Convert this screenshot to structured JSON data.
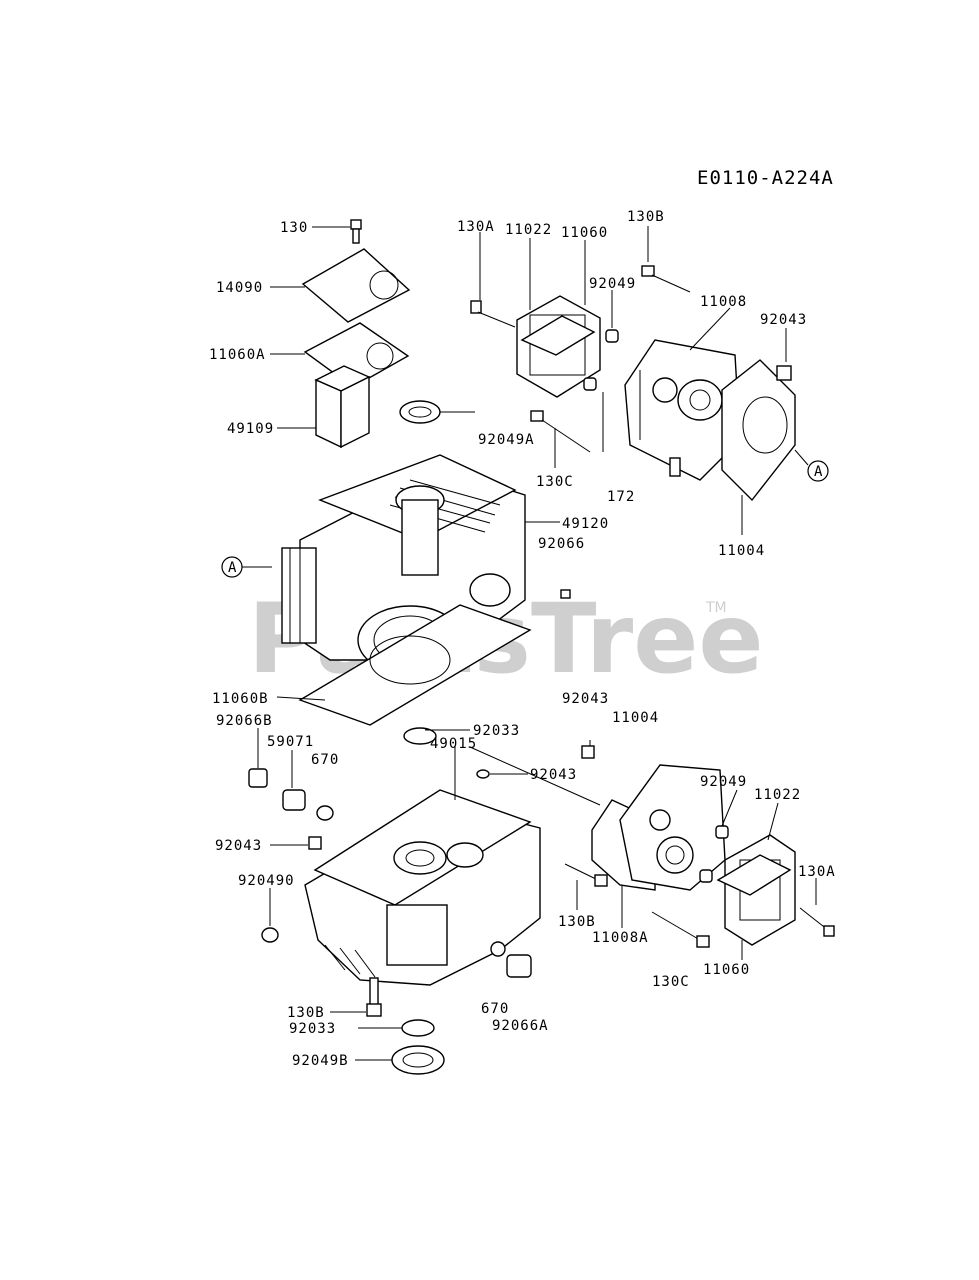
{
  "diagram_code": "E0110-A224A",
  "watermark": {
    "text": "PartsTree",
    "tm": "TM"
  },
  "ref_marker": "A",
  "labels": {
    "l130": "130",
    "l14090": "14090",
    "l11060a": "11060A",
    "l49109": "49109",
    "l130a_top": "130A",
    "l11022_top": "11022",
    "l11060_top": "11060",
    "l130b_top": "130B",
    "l92049_top": "92049",
    "l11008": "11008",
    "l92043_top": "92043",
    "l92049a": "92049A",
    "l130c_top": "130C",
    "l172": "172",
    "l49120": "49120",
    "l92066": "92066",
    "l11004_right": "11004",
    "l11060b": "11060B",
    "l92043_mid": "92043",
    "l11004_mid": "11004",
    "l92066b": "92066B",
    "l59071": "59071",
    "l670_top": "670",
    "l92033_top": "92033",
    "l49015": "49015",
    "l92043_lower": "92043",
    "l92049_lower": "92049",
    "l11022_lower": "11022",
    "l92043_left": "92043",
    "l920490": "920490",
    "l130a_lower": "130A",
    "l130b_mid": "130B",
    "l11008a": "11008A",
    "l130c_lower": "130C",
    "l11060_lower": "11060",
    "l130b_bottom": "130B",
    "l670_bottom": "670",
    "l92033_bottom": "92033",
    "l92066a": "92066A",
    "l92049b": "92049B"
  }
}
